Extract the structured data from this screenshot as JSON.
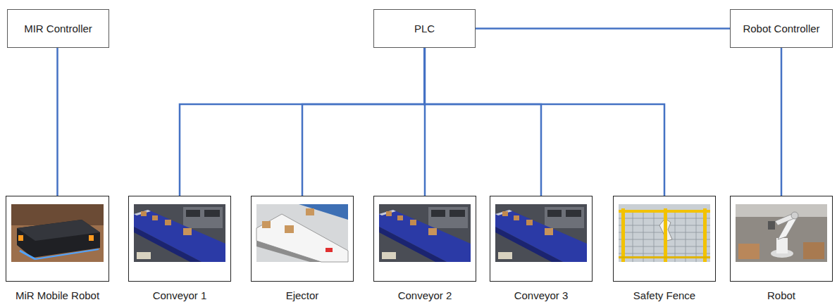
{
  "diagram": {
    "nodes": [
      {
        "text": [
          "MIR Controller"
        ]
      },
      {
        "text": [
          "PLC"
        ]
      },
      {
        "text": [
          "Robot Controller"
        ]
      },
      {
        "text": [
          "MiR Mobile Robot"
        ]
      },
      {
        "text": [
          "Conveyor 1"
        ]
      },
      {
        "text": [
          "Ejector"
        ]
      },
      {
        "text": [
          "Conveyor 2"
        ]
      },
      {
        "text": [
          "Conveyor 3"
        ]
      },
      {
        "text": [
          "Safety Fence"
        ]
      },
      {
        "text": [
          "Robot"
        ]
      }
    ],
    "edges": [
      {
        "from": 0,
        "to": 3,
        "arrow": "none"
      },
      {
        "from": 1,
        "to": 2,
        "arrow": "none"
      },
      {
        "from": 1,
        "to": 4,
        "arrow": "none"
      },
      {
        "from": 1,
        "to": 5,
        "arrow": "none"
      },
      {
        "from": 1,
        "to": 6,
        "arrow": "none"
      },
      {
        "from": 1,
        "to": 7,
        "arrow": "none"
      },
      {
        "from": 1,
        "to": 8,
        "arrow": "none"
      },
      {
        "from": 2,
        "to": 9,
        "arrow": "none"
      }
    ]
  }
}
